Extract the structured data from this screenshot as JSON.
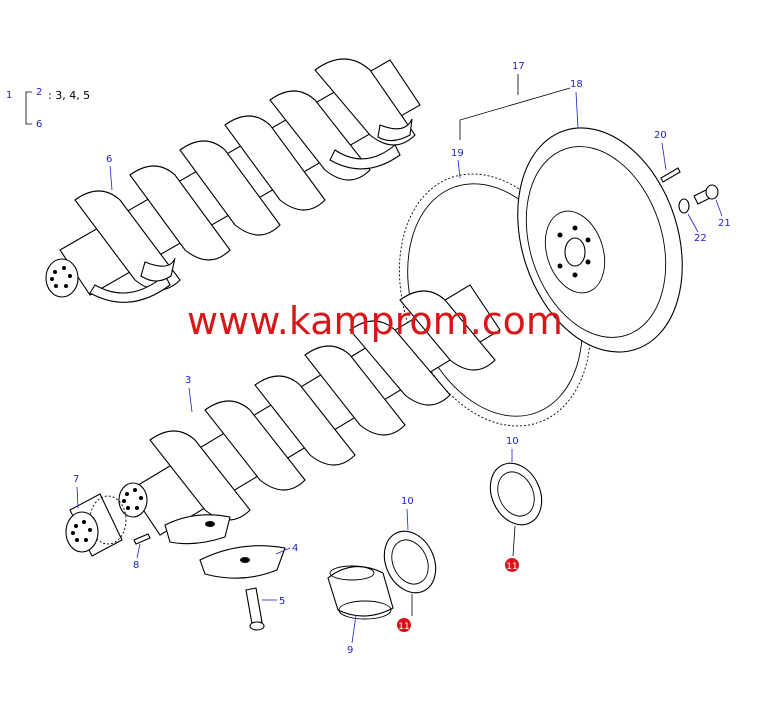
{
  "watermark": "www.kamprom.com",
  "legend": {
    "root": "1",
    "branch_a": "2",
    "branch_a_refs": ": 3, 4, 5",
    "branch_b": "6"
  },
  "callouts": {
    "c3": "3",
    "c4": "4",
    "c5": "5",
    "c6": "6",
    "c7": "7",
    "c8": "8",
    "c9": "9",
    "c10a": "10",
    "c10b": "10",
    "c17": "17",
    "c18": "18",
    "c19": "19",
    "c20": "20",
    "c21": "21",
    "c22": "22",
    "c11a": "11",
    "c11b": "11"
  },
  "colors": {
    "callout": "#1e1ec8",
    "watermark": "#d81818",
    "marker": "#e0101a",
    "line": "#000000"
  }
}
